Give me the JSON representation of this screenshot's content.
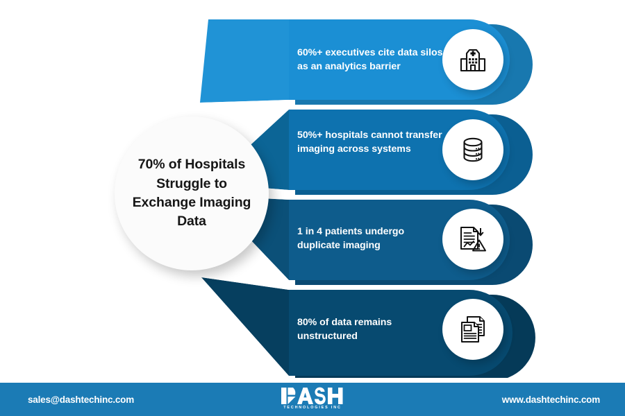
{
  "center": {
    "headline": "70% of Hospitals Struggle to Exchange Imaging Data"
  },
  "bars": [
    {
      "text": "60%+ executives cite data silos as an analytics barrier",
      "color": "#1B8FD4",
      "shadow_color": "#1878AF",
      "icon": "hospital-building-icon"
    },
    {
      "text": "50%+ hospitals cannot transfer imaging across systems",
      "color": "#0E72AF",
      "shadow_color": "#0B5F92",
      "icon": "database-stack-icon"
    },
    {
      "text": "1 in 4 patients undergo duplicate imaging",
      "color": "#0E5C8C",
      "shadow_color": "#0A4A72",
      "icon": "document-warning-icon"
    },
    {
      "text": "80% of data remains unstructured",
      "color": "#074A70",
      "shadow_color": "#053A58",
      "icon": "copy-documents-icon"
    }
  ],
  "footer": {
    "email": "sales@dashtechinc.com",
    "url": "www.dashtechinc.com",
    "logo_text": "DASH",
    "logo_tagline": "TECHNOLOGIES INC",
    "background": "#1B7BB5"
  }
}
